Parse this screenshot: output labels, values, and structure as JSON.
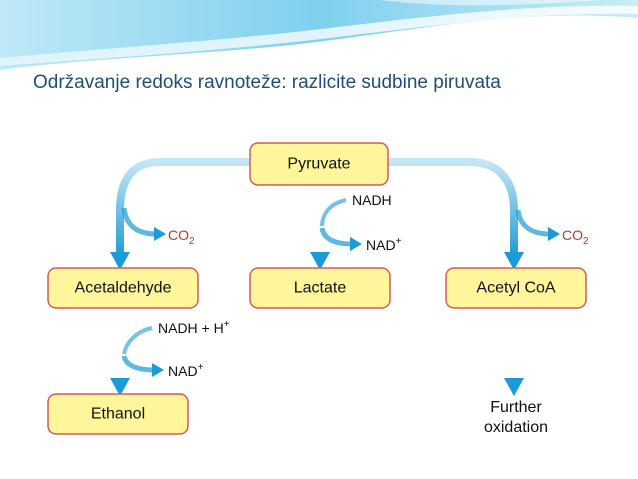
{
  "slide": {
    "title": "Održavanje redoks ravnoteže: razlicite sudbine piruvata"
  },
  "diagram": {
    "nodes": {
      "pyruvate": "Pyruvate",
      "acetaldehyde": "Acetaldehyde",
      "lactate": "Lactate",
      "acetyl_coa": "Acetyl CoA",
      "ethanol": "Ethanol",
      "further_line1": "Further",
      "further_line2": "oxidation"
    },
    "labels": {
      "co2_left": "CO",
      "co2_left_sub": "2",
      "co2_right": "CO",
      "co2_right_sub": "2",
      "nadh_center": "NADH",
      "nad_center": "NAD",
      "nad_center_sup": "+",
      "nadh_h_left": "NADH + H",
      "nadh_h_left_sup": "+",
      "nad_left": "NAD",
      "nad_left_sup": "+"
    },
    "colors": {
      "node_fill": "#fff59a",
      "node_border": "#d35b5b",
      "arrow": "#1a9ad6",
      "co2": "#c0392b",
      "title": "#1f4e79"
    }
  }
}
